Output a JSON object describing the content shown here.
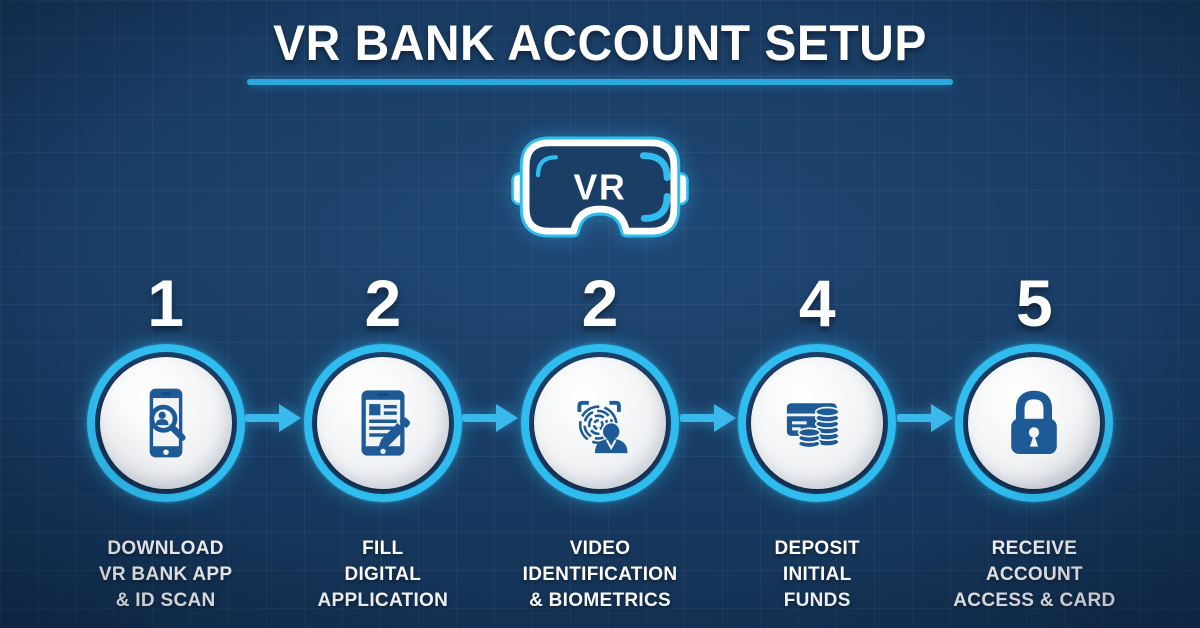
{
  "title": "VR BANK ACCOUNT SETUP",
  "headset": {
    "label": "VR"
  },
  "colors": {
    "background_navy": "#14335B",
    "accent_cyan": "#2FBDF0",
    "underline_cyan": "#2BA8DC",
    "arrow_cyan": "#39B9EC",
    "icon_blue": "#1D5A96",
    "text_white": "#FFFFFF"
  },
  "steps": [
    {
      "number": "1",
      "icon": "phone-id-scan-icon",
      "label_lines": [
        "DOWNLOAD",
        "VR BANK APP",
        "& ID SCAN"
      ]
    },
    {
      "number": "2",
      "icon": "digital-application-icon",
      "label_lines": [
        "FILL",
        "DIGITAL",
        "APPLICATION"
      ]
    },
    {
      "number": "2",
      "icon": "video-biometrics-icon",
      "label_lines": [
        "VIDEO",
        "IDENTIFICATION",
        "& BIOMETRICS"
      ]
    },
    {
      "number": "4",
      "icon": "deposit-funds-icon",
      "label_lines": [
        "DEPOSIT",
        "INITIAL",
        "FUNDS"
      ]
    },
    {
      "number": "5",
      "icon": "lock-icon",
      "label_lines": [
        "RECEIVE",
        "ACCOUNT",
        "ACCESS & CARD"
      ]
    }
  ]
}
